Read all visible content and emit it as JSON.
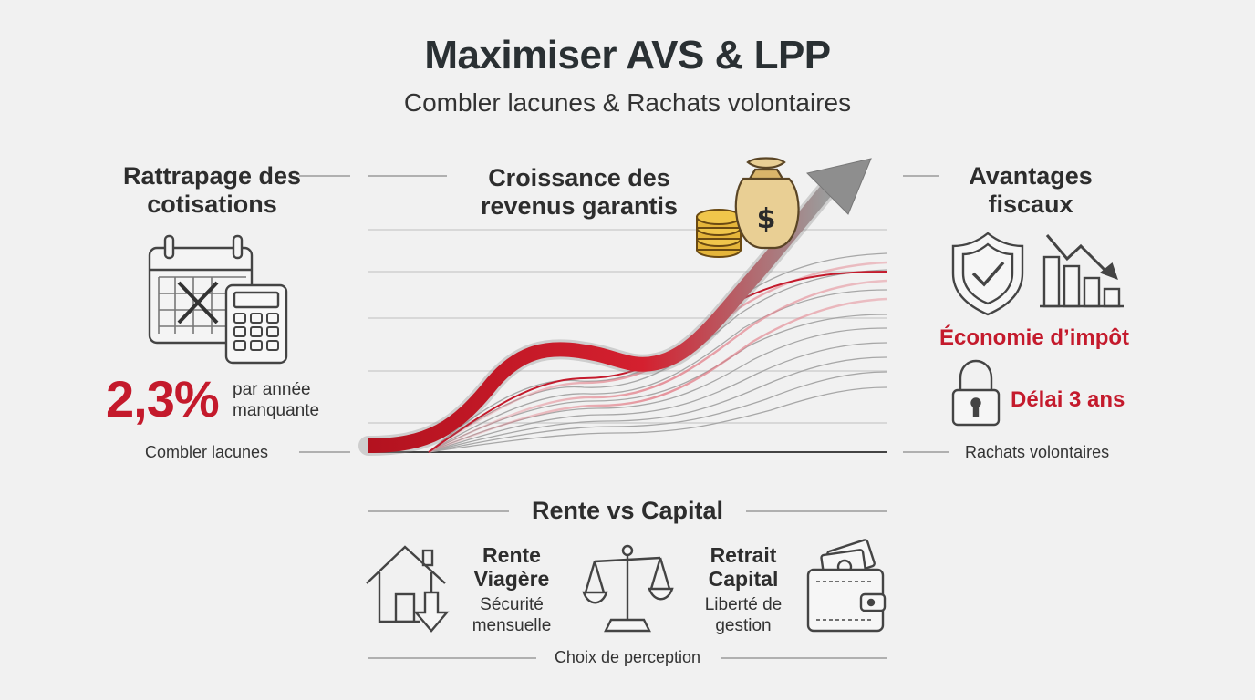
{
  "header": {
    "title": "Maximiser AVS & LPP",
    "subtitle": "Combler lacunes & Rachats volontaires"
  },
  "left_panel": {
    "heading": "Rattrapage des cotisations",
    "percent_value": "2,3%",
    "percent_note": "par année manquante",
    "caption": "Combler lacunes",
    "icons": [
      "calendar-icon",
      "calculator-icon"
    ]
  },
  "center_panel": {
    "heading": "Croissance des revenus garantis",
    "icons": [
      "money-bag-icon",
      "coin-stack-icon",
      "growth-arrow-icon"
    ],
    "colors": {
      "accent": "#c41a2c",
      "curve_gray": "#9a9a9a"
    }
  },
  "right_panel": {
    "heading": "Avantages fiscaux",
    "tax_saving": "Économie d’impôt",
    "delay": "Délai 3 ans",
    "caption": "Rachats volontaires",
    "icons": [
      "shield-check-icon",
      "declining-bar-chart-icon",
      "padlock-icon"
    ]
  },
  "bottom_panel": {
    "heading": "Rente vs Capital",
    "option_a": {
      "title": "Rente Viagère",
      "subtitle": "Sécurité mensuelle",
      "icon": "house-down-arrow-icon"
    },
    "balance_icon": "balance-scale-icon",
    "option_b": {
      "title": "Retrait Capital",
      "subtitle": "Liberté de gestion",
      "icon": "wallet-cash-icon"
    },
    "caption": "Choix de perception"
  }
}
